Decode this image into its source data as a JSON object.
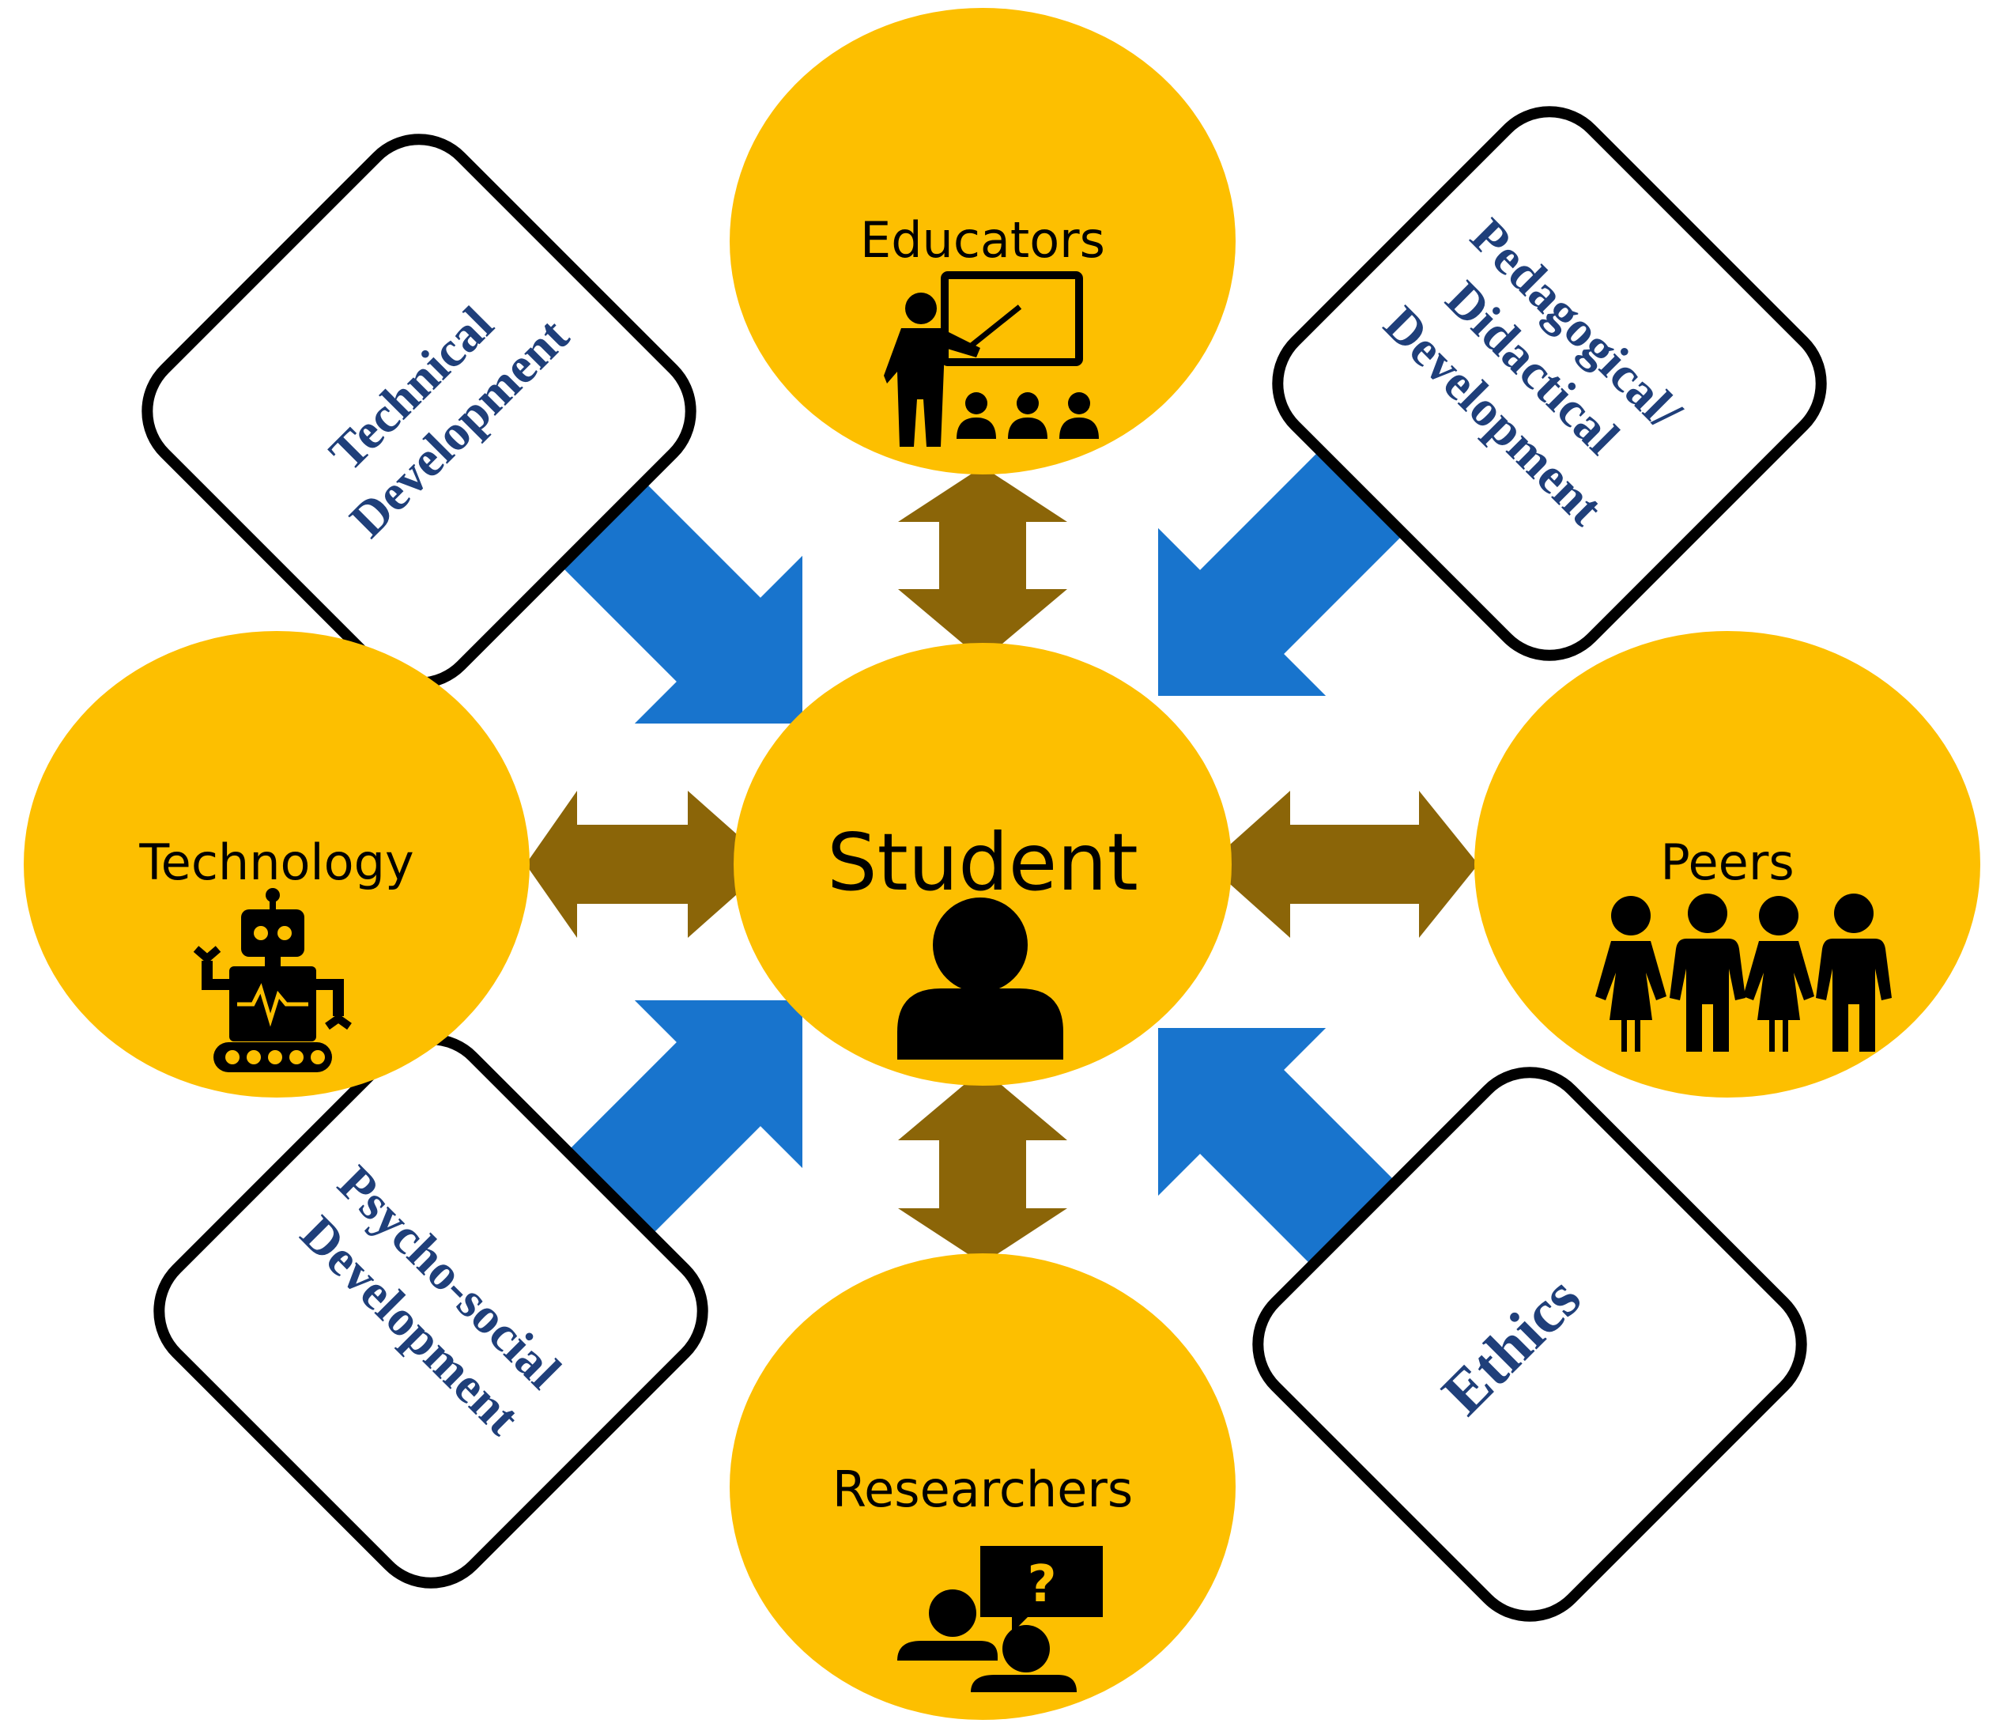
{
  "colors": {
    "circle_fill": "#FDBF00",
    "inward_arrow": "#1874CD",
    "double_arrow": "#8B6508",
    "box_border": "#000000",
    "box_text": "#1f3f7a",
    "icon": "#000000"
  },
  "center": {
    "label": "Student",
    "icon": "person-icon"
  },
  "circles": [
    {
      "key": "educators",
      "label": "Educators",
      "icon": "teacher-presentation-icon"
    },
    {
      "key": "technology",
      "label": "Technology",
      "icon": "robot-icon"
    },
    {
      "key": "peers",
      "label": "Peers",
      "icon": "group-of-people-icon"
    },
    {
      "key": "researchers",
      "label": "Researchers",
      "icon": "discussion-question-icon"
    }
  ],
  "boxes": [
    {
      "key": "technical",
      "lines": [
        "Technical",
        "Development"
      ]
    },
    {
      "key": "pedagogical",
      "lines": [
        "Pedagogical/",
        "Didactical",
        "Development"
      ]
    },
    {
      "key": "psychosocial",
      "lines": [
        "Psycho-social",
        "Development"
      ]
    },
    {
      "key": "ethics",
      "lines": [
        "Ethics"
      ]
    }
  ],
  "connectors": {
    "circle_to_student": "double-headed",
    "box_to_student": "single-headed"
  }
}
